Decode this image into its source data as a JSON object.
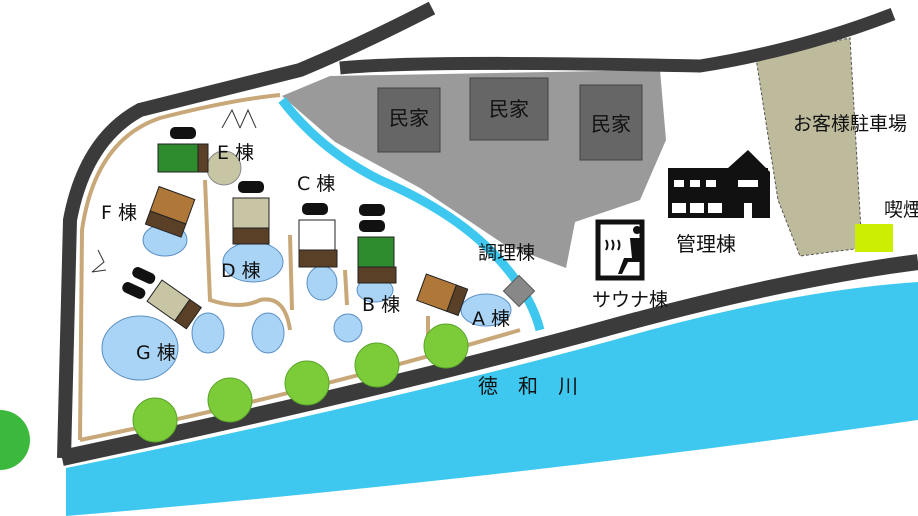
{
  "labels": {
    "house": "民家",
    "parking": "お客様駐車場",
    "smoking": "喫煙",
    "office": "管理棟",
    "kitchen": "調理棟",
    "sauna": "サウナ棟",
    "river": "徳　和　川",
    "cabin_a": "A 棟",
    "cabin_b": "B 棟",
    "cabin_c": "C 棟",
    "cabin_d": "D 棟",
    "cabin_e": "E 棟",
    "cabin_f": "F 棟",
    "cabin_g": "G 棟"
  },
  "colors": {
    "road": "#3b3b3b",
    "river": "#3ec8f0",
    "neighbor_area": "#9a9a9a",
    "house": "#666666",
    "parking": "#bdbb9c",
    "smoking_area": "#ccee00",
    "tree": "#7ccc3a",
    "pond": "#a9d4f5",
    "path": "#c8a878"
  }
}
